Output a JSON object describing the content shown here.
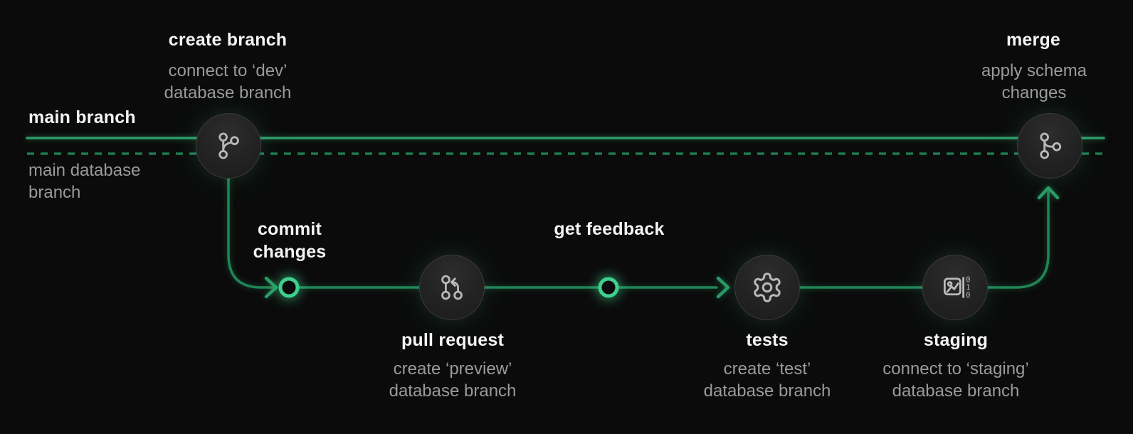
{
  "colors": {
    "background": "#0b0b0b",
    "main_line": "#2e9d69",
    "dashed_line": "#1e7b50",
    "workflow_line": "#218557",
    "arrow": "#2b9a66",
    "ring": "#3ecf8e",
    "title_text": "#f4f4f4",
    "subtitle_text": "#9a9a9a",
    "node_border": "#3d3d3d",
    "icon_stroke": "#b9b9b9"
  },
  "lanes": {
    "main_branch_label": "main branch",
    "main_database_branch_label": "main database branch"
  },
  "steps": {
    "create_branch": {
      "title": "create branch",
      "subtitle": "connect to ‘dev’ database branch",
      "icon": "git-branch-icon"
    },
    "commit_changes": {
      "title": "commit changes",
      "marker": "green-ring"
    },
    "pull_request": {
      "title": "pull request",
      "subtitle": "create ‘preview’ database branch",
      "icon": "git-pull-request-icon"
    },
    "get_feedback": {
      "title": "get feedback",
      "marker": "green-ring"
    },
    "tests": {
      "title": "tests",
      "subtitle": "create ‘test’ database branch",
      "icon": "gear-icon"
    },
    "staging": {
      "title": "staging",
      "subtitle": "connect to ‘staging’ database branch",
      "icon": "image-data-icon"
    },
    "merge": {
      "title": "merge",
      "subtitle": "apply schema changes",
      "icon": "git-merge-icon"
    }
  }
}
